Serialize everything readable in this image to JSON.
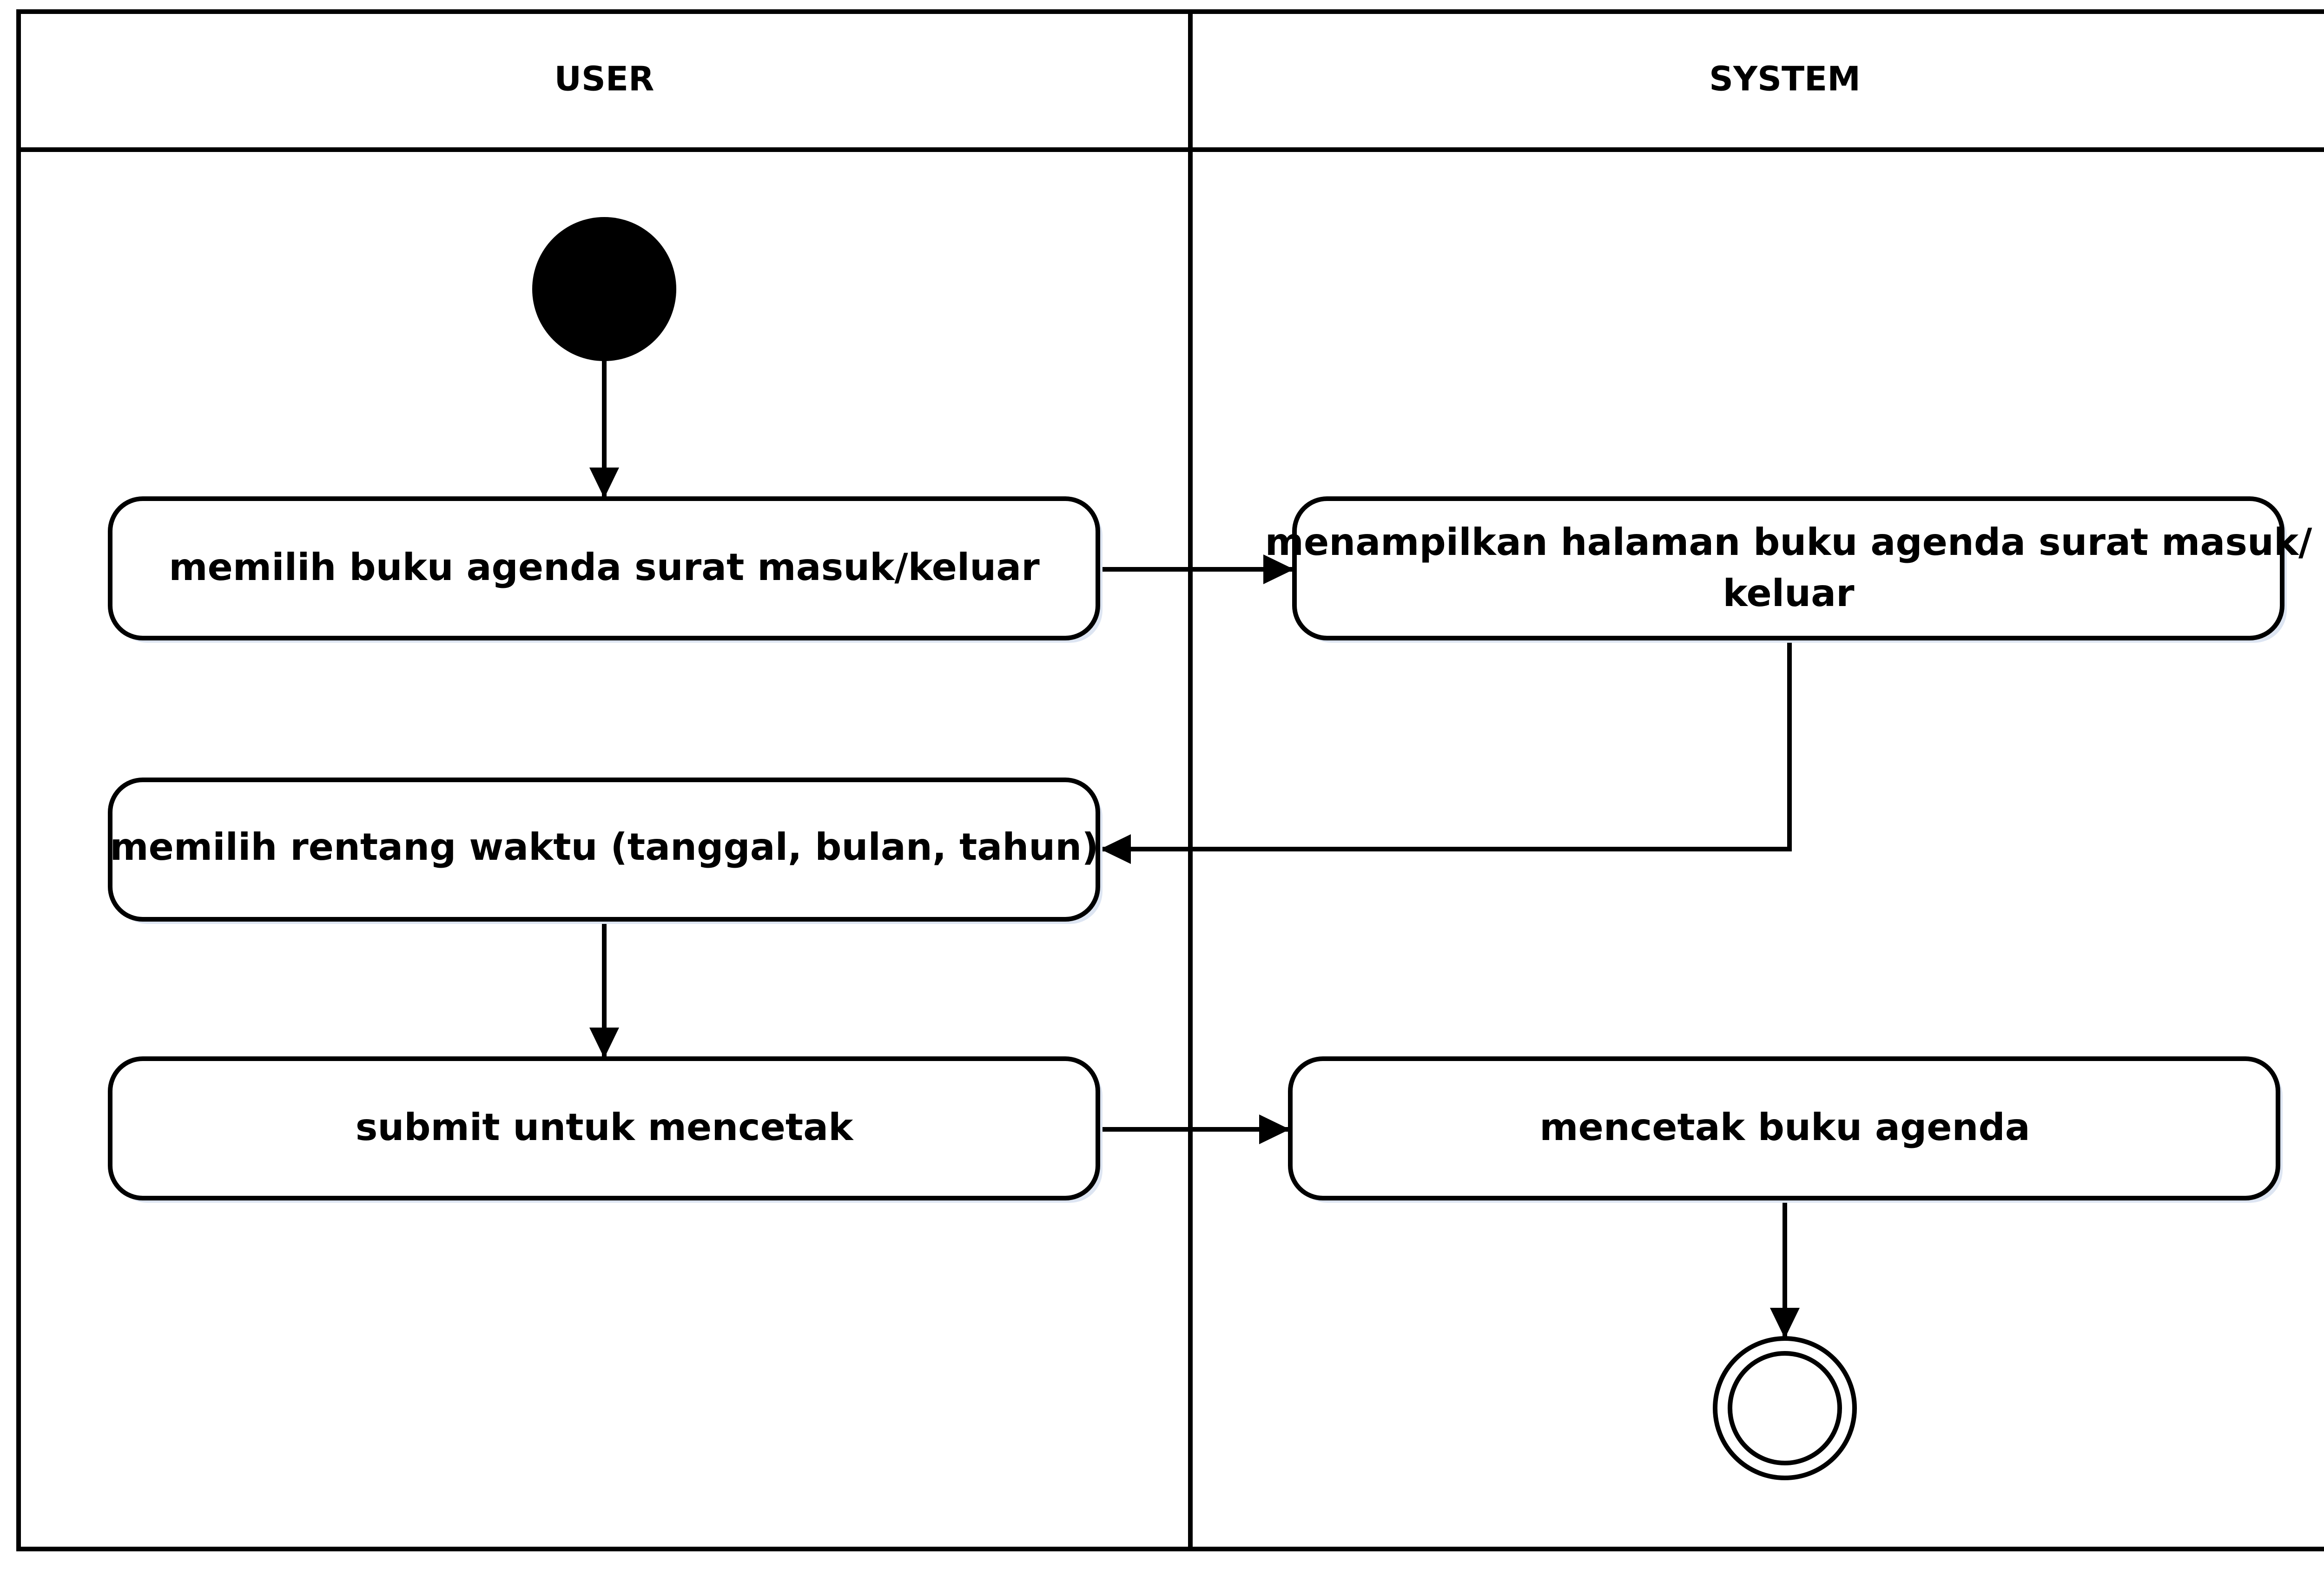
{
  "diagram": {
    "type": "activity-swimlane",
    "colors": {
      "stroke": "#000000",
      "background": "#ffffff",
      "shadow": "#dde5f2"
    },
    "lanes": [
      {
        "id": "user",
        "title": "USER"
      },
      {
        "id": "system",
        "title": "SYSTEM"
      }
    ],
    "actions": [
      {
        "id": "a1",
        "lane": "user",
        "lines": [
          "memilih buku agenda surat masuk/keluar"
        ]
      },
      {
        "id": "a2",
        "lane": "system",
        "lines": [
          "menampilkan halaman buku agenda surat masuk/",
          "keluar"
        ]
      },
      {
        "id": "a3",
        "lane": "user",
        "lines": [
          "memilih rentang waktu (tanggal, bulan, tahun)"
        ]
      },
      {
        "id": "a4",
        "lane": "user",
        "lines": [
          "submit untuk mencetak"
        ]
      },
      {
        "id": "a5",
        "lane": "system",
        "lines": [
          "mencetak buku agenda"
        ]
      }
    ],
    "flows": [
      {
        "from": "start",
        "to": "a1"
      },
      {
        "from": "a1",
        "to": "a2"
      },
      {
        "from": "a2",
        "to": "a3"
      },
      {
        "from": "a3",
        "to": "a4"
      },
      {
        "from": "a4",
        "to": "a5"
      },
      {
        "from": "a5",
        "to": "end"
      }
    ]
  }
}
